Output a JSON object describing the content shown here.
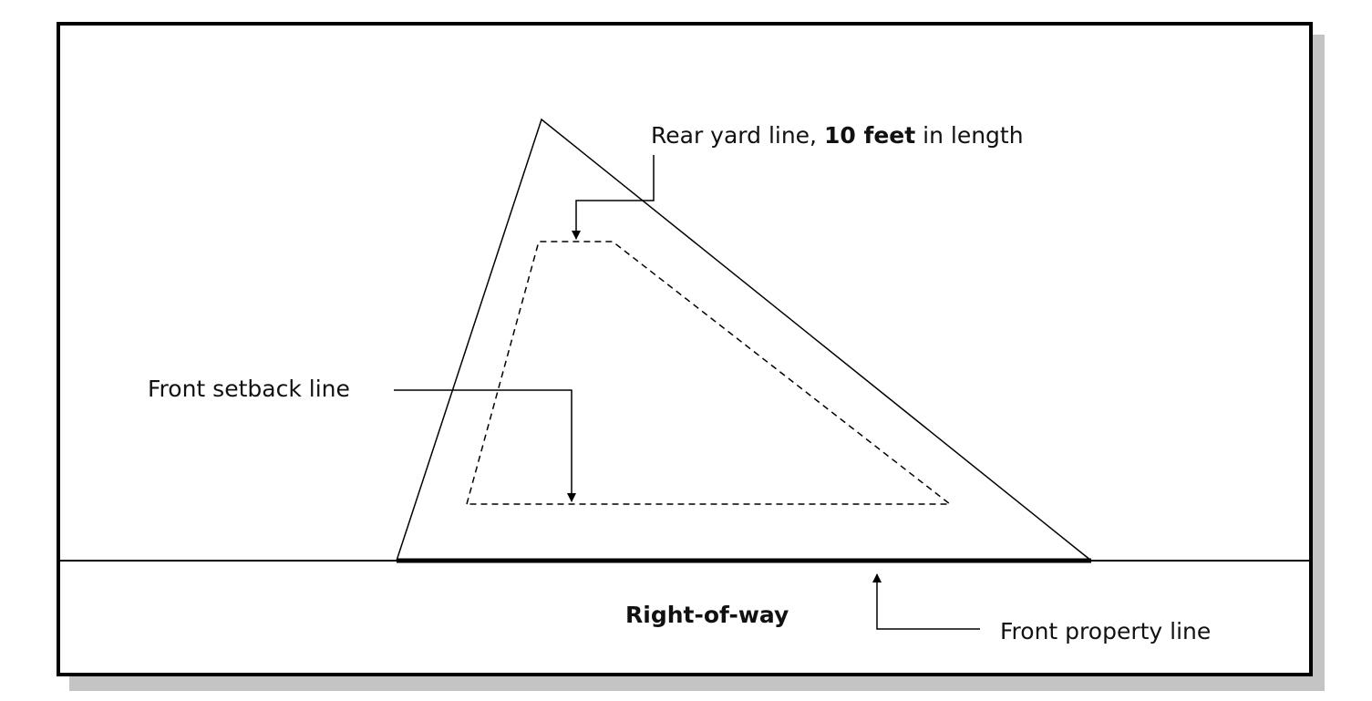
{
  "labels": {
    "rear_yard_prefix": "Rear yard line, ",
    "rear_yard_bold": "10 feet",
    "rear_yard_suffix": " in length",
    "front_setback": "Front setback line",
    "right_of_way": "Right-of-way",
    "front_property": "Front property line"
  }
}
